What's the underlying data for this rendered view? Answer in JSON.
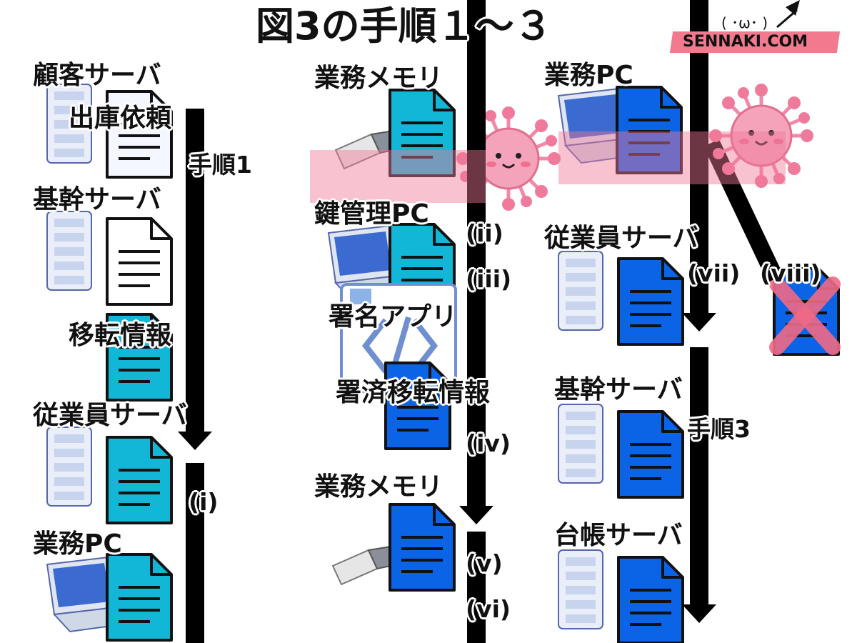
{
  "title": "図3の手順１～３",
  "logo": {
    "face": "( ･ω･ )",
    "text": "SENNAKI.COM"
  },
  "colors": {
    "doc_cyan": "#12b7d8",
    "doc_blue": "#0b63e6",
    "doc_white": "#ffffff",
    "virus": "#f08aa8",
    "band": "#f07896",
    "cross": "#f06a86"
  },
  "column1": {
    "customer_server": "顧客サーバ",
    "shipping_request": "出庫依頼",
    "step1": "手順1",
    "core_server": "基幹サーバ",
    "transfer_info": "移転情報",
    "employee_server": "従業員サーバ",
    "step_i": "(i)",
    "work_pc": "業務PC"
  },
  "column2": {
    "work_memory_top": "業務メモリ",
    "key_pc": "鍵管理PC",
    "step_ii": "(ii)",
    "step_iii": "(iii)",
    "sign_app": "署名アプリ",
    "signed_info": "署済移転情報",
    "step_iv": "(iv)",
    "work_memory_bottom": "業務メモリ",
    "step_v": "(v)",
    "step_vi": "(vi)"
  },
  "column3": {
    "work_pc": "業務PC",
    "employee_server": "従業員サーバ",
    "step_vii": "(vii)",
    "step_viii": "(viii)",
    "core_server": "基幹サーバ",
    "step3": "手順3",
    "ledger_server": "台帳サーバ"
  },
  "icons": [
    "server-icon",
    "document-icon",
    "usb-memory-icon",
    "laptop-icon",
    "virus-icon",
    "code-icon",
    "cross-icon"
  ]
}
